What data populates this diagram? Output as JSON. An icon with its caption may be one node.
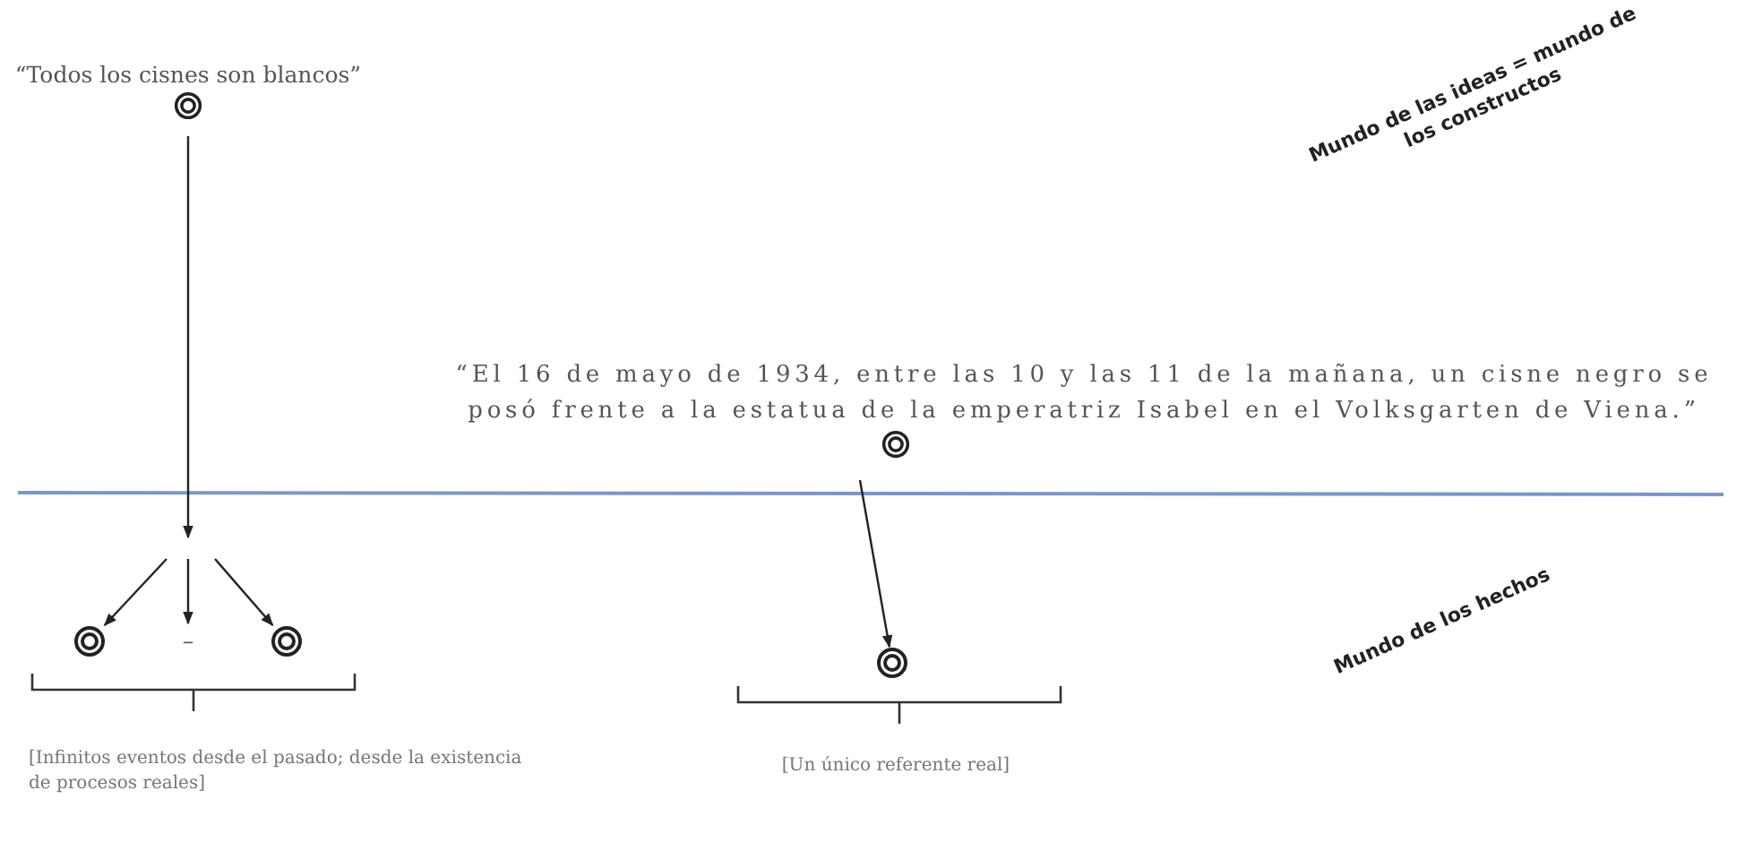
{
  "diagram": {
    "nodes": [
      {
        "text": [
          "“Todos los cisnes son blancos”"
        ]
      },
      {
        "text": [],
        "shape": "circle"
      },
      {
        "text": [
          "–"
        ]
      },
      {
        "text": [],
        "shape": "circle"
      },
      {
        "text": [
          "“El 16 de mayo de 1934, entre las 10 y las 11 de la mañana, un cisne negro se posó frente a la estatua de la emperatriz Isabel en el Volksgarten de Viena.”"
        ]
      },
      {
        "text": [],
        "shape": "circle"
      }
    ],
    "edges": [
      {
        "from": 0,
        "to": null,
        "arrow": "to"
      },
      {
        "from": null,
        "to": 1,
        "arrow": "to"
      },
      {
        "from": null,
        "to": 2,
        "arrow": "to"
      },
      {
        "from": null,
        "to": 3,
        "arrow": "to"
      },
      {
        "from": 4,
        "to": 5,
        "arrow": "to"
      }
    ],
    "labels": [
      "Mundo de las ideas = mundo de los constructos",
      "[Infinitos eventos desde el pasado; desde la existencia de procesos reales]",
      "[Un único referente real]",
      "Mundo de los hechos"
    ]
  }
}
